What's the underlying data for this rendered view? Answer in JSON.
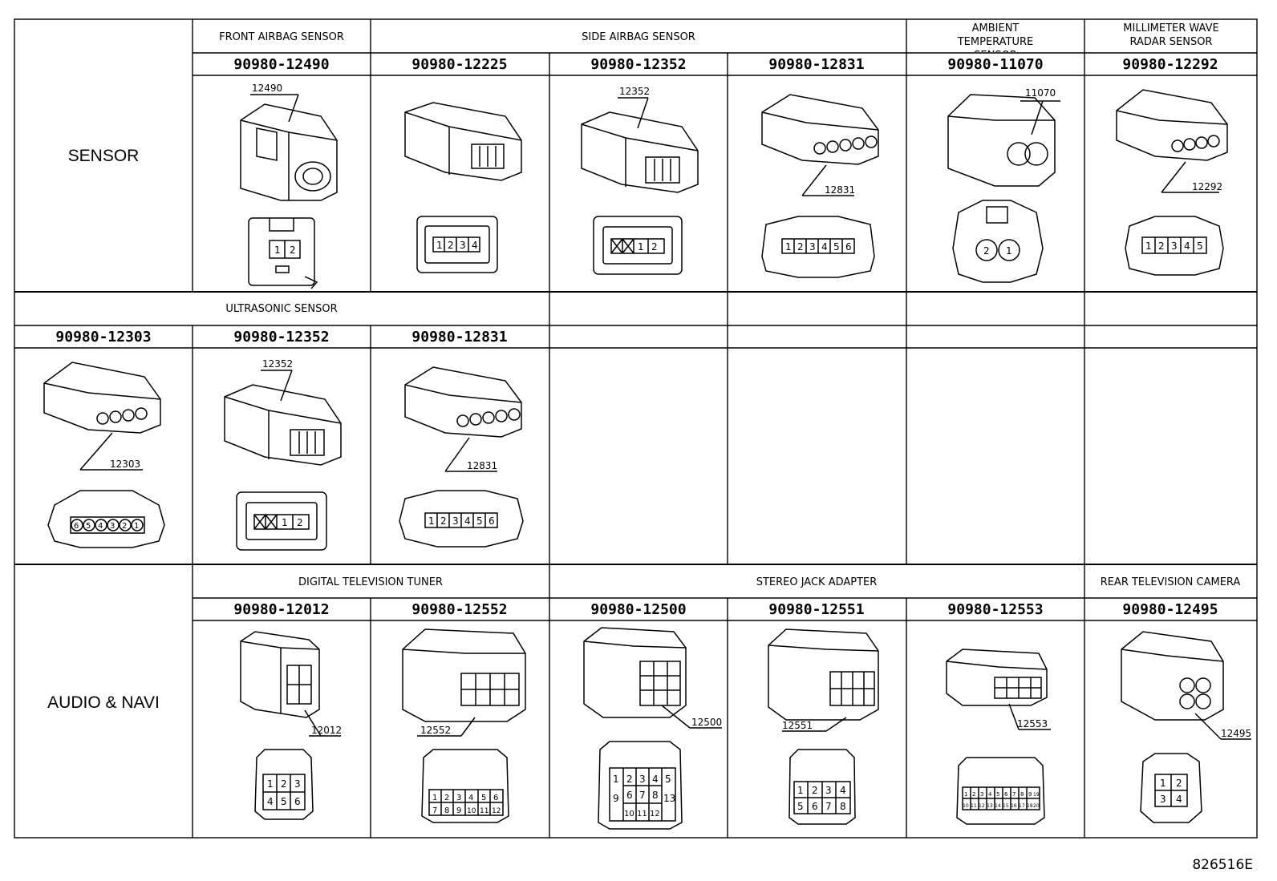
{
  "rows": [
    {
      "label": "SENSOR",
      "groups": [
        "FRONT AIRBAG SENSOR",
        "SIDE AIRBAG SENSOR",
        "AMBIENT TEMPERATURE SENSOR",
        "MILLIMETER WAVE RADAR SENSOR"
      ],
      "parts": [
        {
          "pn": "90980-12490",
          "tag": "12490",
          "pins": [
            "1",
            "2"
          ]
        },
        {
          "pn": "90980-12225",
          "tag": "",
          "pins": [
            "1",
            "2",
            "3",
            "4"
          ]
        },
        {
          "pn": "90980-12352",
          "tag": "12352",
          "pins": [
            "X",
            "1",
            "2"
          ]
        },
        {
          "pn": "90980-12831",
          "tag": "12831",
          "pins": [
            "1",
            "2",
            "3",
            "4",
            "5",
            "6"
          ]
        },
        {
          "pn": "90980-11070",
          "tag": "11070",
          "pins": [
            "2",
            "1"
          ]
        },
        {
          "pn": "90980-12292",
          "tag": "12292",
          "pins": [
            "1",
            "2",
            "3",
            "4",
            "5"
          ]
        }
      ]
    },
    {
      "label": "",
      "groups": [
        "ULTRASONIC SENSOR"
      ],
      "parts": [
        {
          "pn": "90980-12303",
          "tag": "12303",
          "pins": [
            "6",
            "5",
            "4",
            "3",
            "2",
            "1"
          ]
        },
        {
          "pn": "90980-12352",
          "tag": "12352",
          "pins": [
            "X",
            "1",
            "2"
          ]
        },
        {
          "pn": "90980-12831",
          "tag": "12831",
          "pins": [
            "1",
            "2",
            "3",
            "4",
            "5",
            "6"
          ]
        }
      ]
    },
    {
      "label": "AUDIO & NAVI",
      "groups": [
        "DIGITAL TELEVISION TUNER",
        "STEREO JACK ADAPTER",
        "REAR TELEVISION CAMERA"
      ],
      "parts": [
        {
          "pn": "90980-12012",
          "tag": "12012",
          "pins": [
            "1",
            "2",
            "3",
            "4",
            "5",
            "6"
          ]
        },
        {
          "pn": "90980-12552",
          "tag": "12552",
          "pins": [
            "1",
            "2",
            "3",
            "4",
            "5",
            "6",
            "7",
            "8",
            "9",
            "10",
            "11",
            "12"
          ]
        },
        {
          "pn": "90980-12500",
          "tag": "12500",
          "pins": [
            "1",
            "2",
            "3",
            "4",
            "5",
            "6",
            "7",
            "8",
            "9",
            "10",
            "11",
            "12",
            "13"
          ]
        },
        {
          "pn": "90980-12551",
          "tag": "12551",
          "pins": [
            "1",
            "2",
            "3",
            "4",
            "5",
            "6",
            "7",
            "8"
          ]
        },
        {
          "pn": "90980-12553",
          "tag": "12553",
          "pins": [
            "1",
            "2",
            "3",
            "4",
            "5",
            "6",
            "7",
            "8",
            "9",
            "10",
            "11",
            "12",
            "13",
            "14",
            "15",
            "16",
            "17",
            "18",
            "19",
            "20"
          ]
        },
        {
          "pn": "90980-12495",
          "tag": "12495",
          "pins": [
            "1",
            "2",
            "3",
            "4"
          ]
        }
      ]
    }
  ],
  "figure_code": "826516E"
}
